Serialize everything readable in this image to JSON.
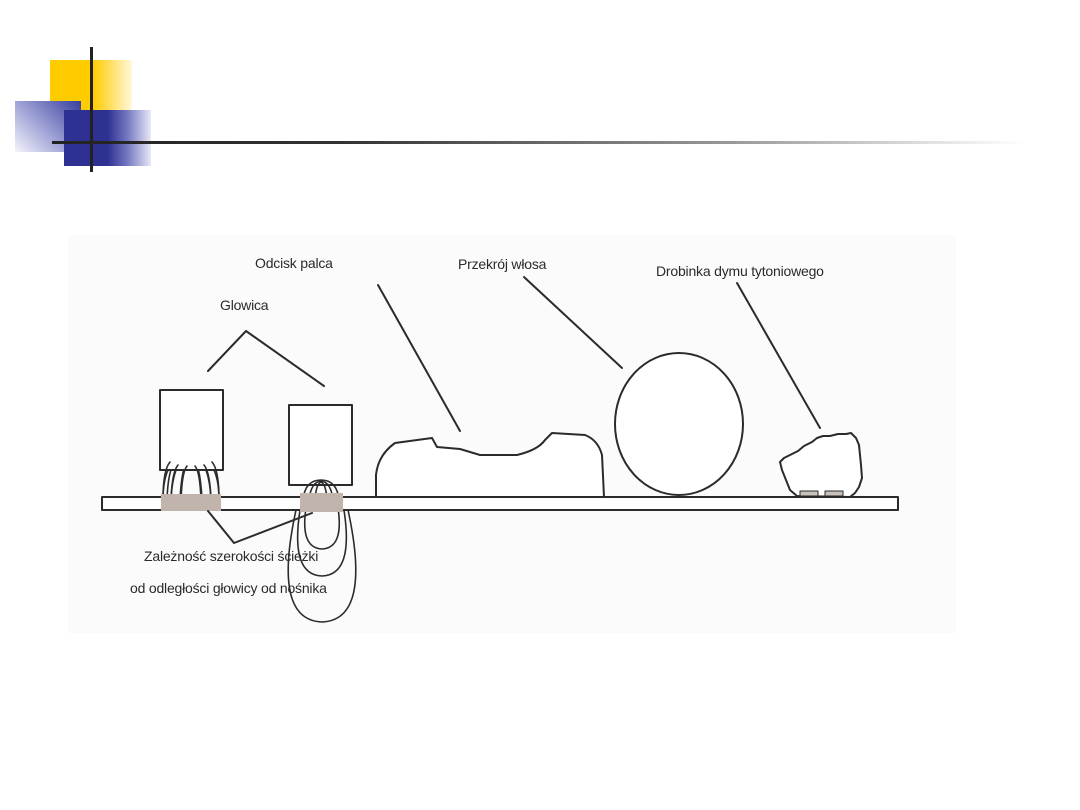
{
  "slide": {
    "decoration": {
      "accent_yellow": "#ffcc00",
      "accent_blue": "#2e3192",
      "line_color": "#222222"
    }
  },
  "diagram": {
    "labels": {
      "head": "Glowica",
      "fingerprint": "Odcisk palca",
      "hair": "Przekrój włosa",
      "smoke": "Drobinka dymu tytoniowego",
      "caption_line1": "Zależność szerokości ścieżki",
      "caption_line2": "od odległości głowicy od nośnika"
    },
    "colors": {
      "stroke": "#2b2b2b",
      "track_patch": "#c0b4ac",
      "background": "#fbfbfb"
    }
  }
}
